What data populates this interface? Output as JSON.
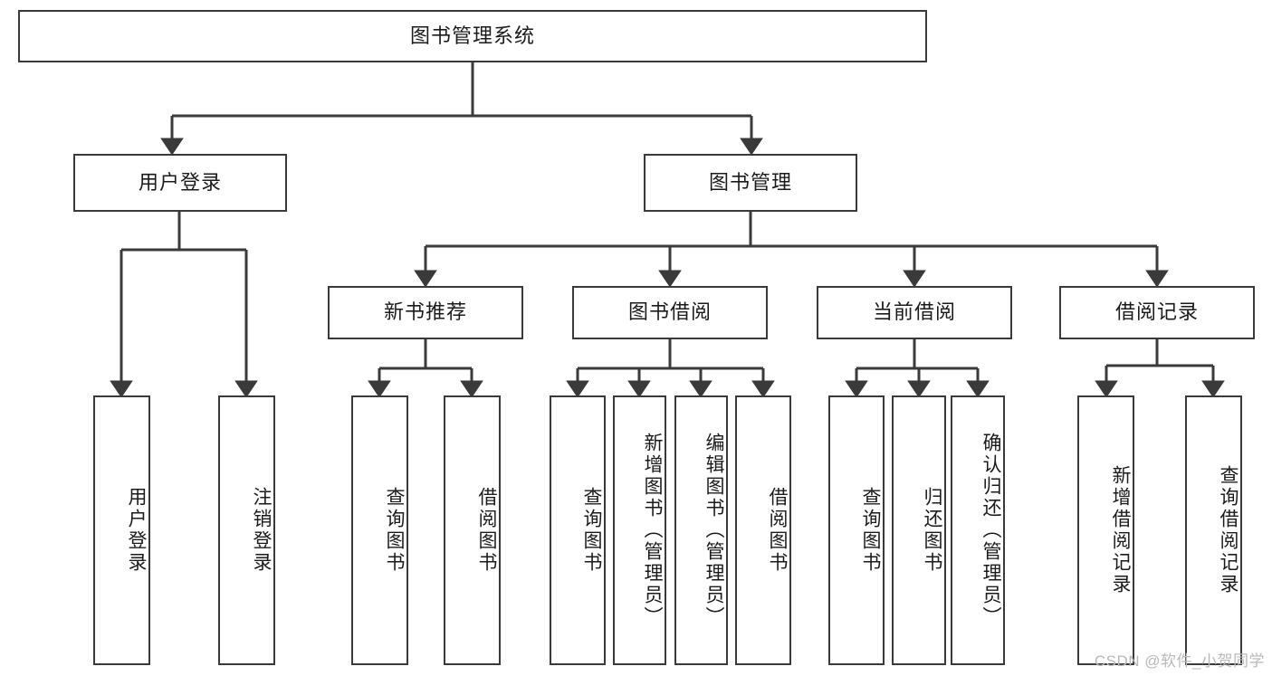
{
  "diagram": {
    "type": "tree-hierarchy",
    "title": "图书管理系统",
    "watermark": "CSDN @软件_小贺同学",
    "colors": {
      "box_border": "#3a3a3a",
      "box_fill": "#ffffff",
      "connector": "#3a3a3a",
      "text": "#1b1b1b",
      "watermark": "#b9b9b9",
      "background": "#ffffff"
    },
    "levels": {
      "root": {
        "label": "图书管理系统"
      },
      "level2": [
        {
          "id": "user-login",
          "label": "用户登录"
        },
        {
          "id": "book-manage",
          "label": "图书管理"
        }
      ],
      "level3": [
        {
          "id": "new-book-recommend",
          "label": "新书推荐",
          "parent": "book-manage"
        },
        {
          "id": "book-borrow",
          "label": "图书借阅",
          "parent": "book-manage"
        },
        {
          "id": "current-borrow",
          "label": "当前借阅",
          "parent": "book-manage"
        },
        {
          "id": "borrow-record",
          "label": "借阅记录",
          "parent": "book-manage"
        }
      ],
      "leaves": [
        {
          "id": "leaf-user-login",
          "label": "用户登录",
          "parent": "user-login"
        },
        {
          "id": "leaf-logout",
          "label": "注销登录",
          "parent": "user-login"
        },
        {
          "id": "leaf-query-book-1",
          "label": "查询图书",
          "parent": "new-book-recommend"
        },
        {
          "id": "leaf-borrow-book-1",
          "label": "借阅图书",
          "parent": "new-book-recommend"
        },
        {
          "id": "leaf-query-book-2",
          "label": "查询图书",
          "parent": "book-borrow"
        },
        {
          "id": "leaf-add-book",
          "label": "新增图书（管理员）",
          "parent": "book-borrow"
        },
        {
          "id": "leaf-edit-book",
          "label": "编辑图书（管理员）",
          "parent": "book-borrow"
        },
        {
          "id": "leaf-borrow-book-2",
          "label": "借阅图书",
          "parent": "book-borrow"
        },
        {
          "id": "leaf-query-book-3",
          "label": "查询图书",
          "parent": "current-borrow"
        },
        {
          "id": "leaf-return-book",
          "label": "归还图书",
          "parent": "current-borrow"
        },
        {
          "id": "leaf-confirm-return",
          "label": "确认归还（管理员）",
          "parent": "current-borrow"
        },
        {
          "id": "leaf-add-record",
          "label": "新增借阅记录",
          "parent": "borrow-record"
        },
        {
          "id": "leaf-query-record",
          "label": "查询借阅记录",
          "parent": "borrow-record"
        }
      ]
    }
  }
}
